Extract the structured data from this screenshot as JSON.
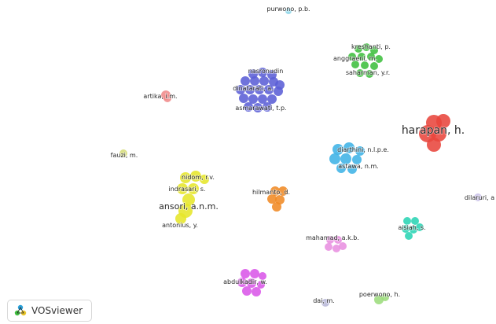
{
  "app": {
    "brand_label": "VOSviewer",
    "logo_icon": "vosviewer-logo-icon"
  },
  "network": {
    "clusters": [
      {
        "id": "blue",
        "color": "#5b5fd6",
        "labels": [
          "nasronudin",
          "dinatarati, a.",
          "asmarawati, t.p."
        ]
      },
      {
        "id": "green",
        "color": "#3fbf3f",
        "labels": [
          "kreshanti, p.",
          "anggraeni, m.",
          "saharman, y.r."
        ]
      },
      {
        "id": "red",
        "color": "#e8453c",
        "labels": [
          "harapan, h."
        ]
      },
      {
        "id": "lightblue",
        "color": "#3fb3e6",
        "labels": [
          "diarthini, n.l.p.e.",
          "astawa, n.m."
        ]
      },
      {
        "id": "yellow",
        "color": "#e6e62a",
        "labels": [
          "nidom, r.v.",
          "indrasari, s.",
          "ansori, a.n.m.",
          "antonius, y."
        ]
      },
      {
        "id": "orange",
        "color": "#f08a24",
        "labels": [
          "hilmanto, d."
        ]
      },
      {
        "id": "teal",
        "color": "#2ad4b4",
        "labels": [
          "aisiah, s."
        ]
      },
      {
        "id": "pink",
        "color": "#e890e0",
        "labels": [
          "mahamad, a.k.b."
        ]
      },
      {
        "id": "magenta",
        "color": "#d957e8",
        "labels": [
          "abdulkadir, w."
        ]
      },
      {
        "id": "lightgreen",
        "color": "#9cdc7c",
        "labels": [
          "poerwono, h."
        ]
      },
      {
        "id": "salmon",
        "color": "#f08a8a",
        "labels": [
          "artika, i.m."
        ]
      },
      {
        "id": "olive",
        "color": "#d6dc7a",
        "labels": [
          "fauzi, m."
        ]
      },
      {
        "id": "cyan",
        "color": "#8fd6e8",
        "labels": [
          "purwono, p.b."
        ]
      },
      {
        "id": "lavender",
        "color": "#c8c0e8",
        "labels": [
          "dilaruri, a"
        ]
      },
      {
        "id": "grey",
        "color": "#b8b8d8",
        "labels": [
          "dai, m."
        ]
      }
    ]
  }
}
